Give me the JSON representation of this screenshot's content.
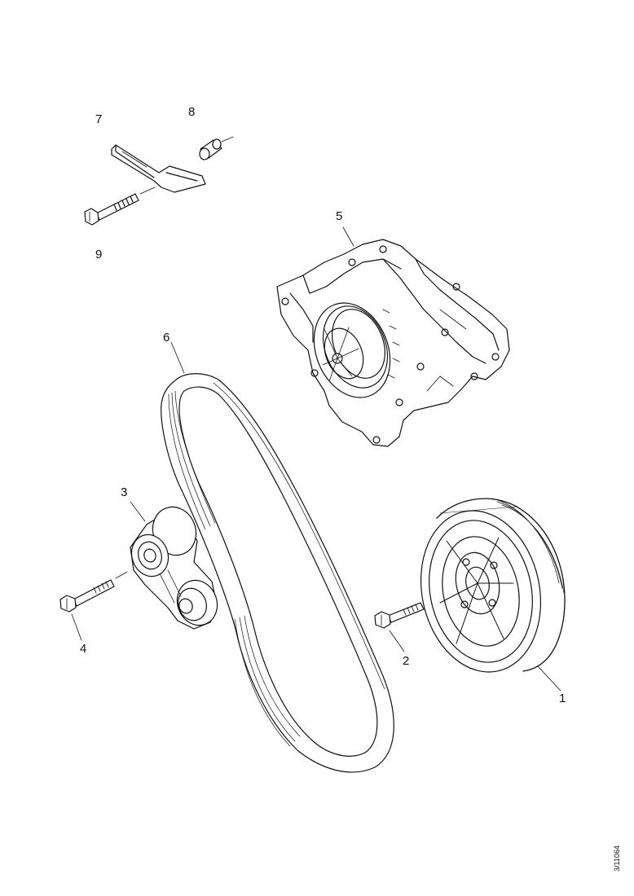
{
  "callouts": {
    "c1": "1",
    "c2": "2",
    "c3": "3",
    "c4": "4",
    "c5": "5",
    "c6": "6",
    "c7": "7",
    "c8": "8",
    "c9": "9"
  },
  "reference": "3/11064",
  "parts": [
    {
      "num": "1",
      "name": "crankshaft-pulley"
    },
    {
      "num": "2",
      "name": "pulley-bolt"
    },
    {
      "num": "3",
      "name": "belt-tensioner"
    },
    {
      "num": "4",
      "name": "tensioner-bolt"
    },
    {
      "num": "5",
      "name": "water-pump-cover"
    },
    {
      "num": "6",
      "name": "drive-belt"
    },
    {
      "num": "7",
      "name": "bracket"
    },
    {
      "num": "8",
      "name": "spacer-sleeve"
    },
    {
      "num": "9",
      "name": "bracket-bolt"
    }
  ]
}
